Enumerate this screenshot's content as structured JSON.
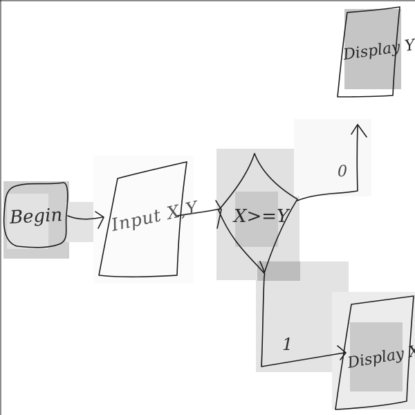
{
  "diagram": {
    "nodes": {
      "begin": "Begin",
      "input": "Input X,Y",
      "decision": "X>=Y",
      "display_y": "Display Y",
      "display_x": "Display X"
    },
    "edges": {
      "to_display_y": "0",
      "to_display_x": "1"
    }
  },
  "colors": {
    "stroke": "#1a1a1a",
    "highlight_light": "#e3e3e3",
    "highlight_mid": "#cfcfcf",
    "highlight_dark": "#b9b9b9",
    "background": "#ffffff"
  }
}
